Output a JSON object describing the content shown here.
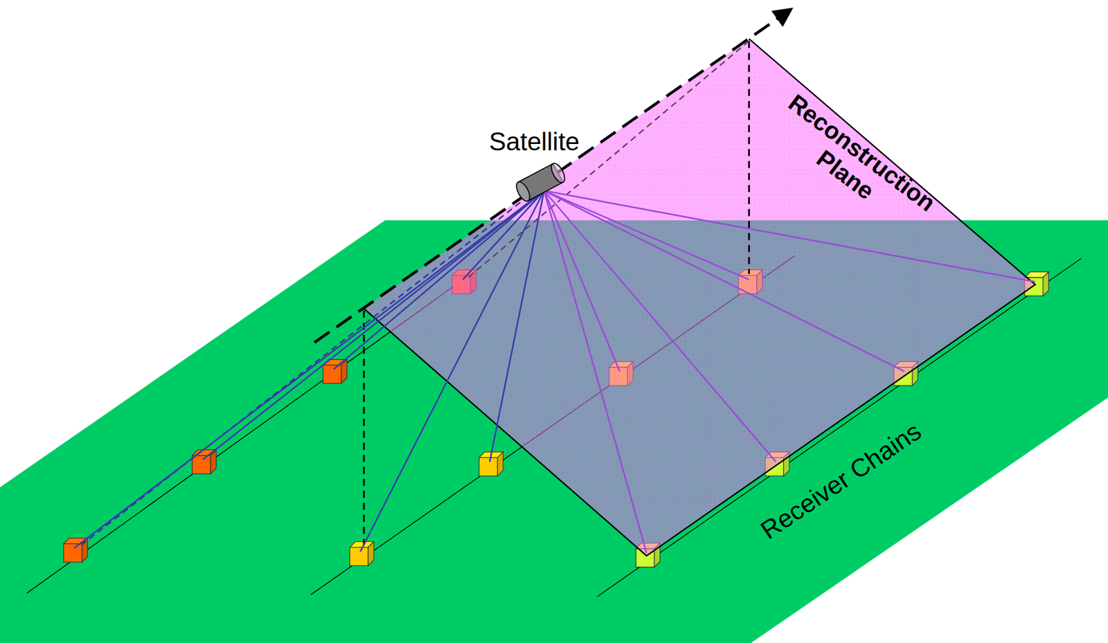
{
  "diagram": {
    "labels": [
      "Satellite",
      "Reconstruction Plane",
      "Receiver Chains"
    ]
  }
}
